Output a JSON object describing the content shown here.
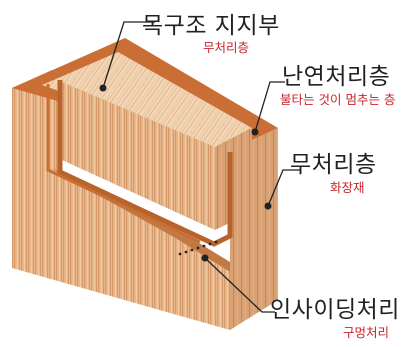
{
  "labels": {
    "wood_support": {
      "main": "목구조 지지부",
      "sub": "무처리층"
    },
    "char_stop": {
      "main": "난연처리층",
      "sub": "불타는 것이 멈추는 층"
    },
    "untreated": {
      "main": "무처리층",
      "sub": "화장재"
    },
    "incising": {
      "main": "인사이딩처리",
      "sub": "구멍처리"
    }
  },
  "colors": {
    "wood_light": "#eec9a3",
    "wood_mid": "#d9a274",
    "wood_dark": "#b5713f",
    "treated_band": "#c96f35",
    "label_sub": "#c8242b",
    "leader_line": "#222222"
  }
}
